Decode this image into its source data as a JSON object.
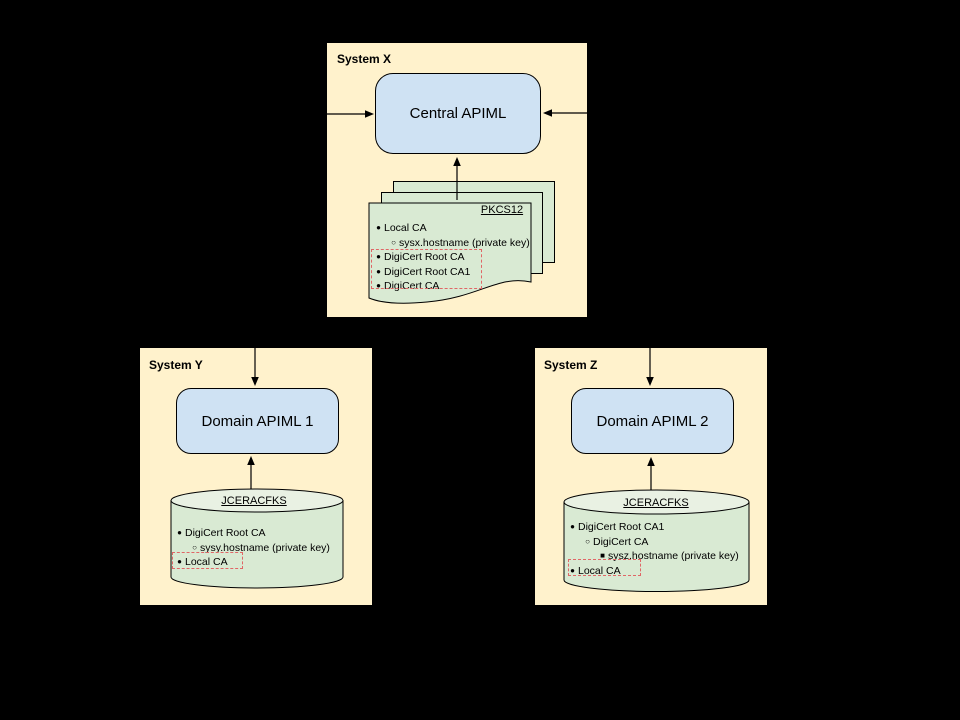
{
  "colors": {
    "background": "#000000",
    "system_fill": "#FFF2CC",
    "component_fill": "#CFE2F3",
    "keystore_fill": "#D9EAD3",
    "keystore_top_fill": "#E9F1E3",
    "highlight_border": "#E06666",
    "line_color": "#000000"
  },
  "system_x": {
    "title": "System X",
    "component_label": "Central APIML",
    "keystore": {
      "type_label": "PKCS12",
      "entries": [
        {
          "marker": "●",
          "text": "Local CA"
        },
        {
          "marker": "○",
          "text": "sysx.hostname (private key)"
        },
        {
          "marker": "●",
          "text": "DigiCert Root CA"
        },
        {
          "marker": "●",
          "text": "DigiCert Root CA1"
        },
        {
          "marker": "●",
          "text": "DigiCert CA"
        }
      ]
    }
  },
  "system_y": {
    "title": "System Y",
    "component_label": "Domain APIML 1",
    "keystore": {
      "type_label": "JCERACFKS",
      "entries": [
        {
          "marker": "●",
          "text": "DigiCert Root CA"
        },
        {
          "marker": "○",
          "text": "sysy.hostname (private key)"
        },
        {
          "marker": "●",
          "text": "Local CA"
        }
      ]
    }
  },
  "system_z": {
    "title": "System Z",
    "component_label": "Domain APIML 2",
    "keystore": {
      "type_label": "JCERACFKS",
      "entries": [
        {
          "marker": "●",
          "text": "DigiCert Root CA1"
        },
        {
          "marker": "○",
          "text": "DigiCert CA"
        },
        {
          "marker": "■",
          "text": "sysz.hostname (private key)"
        },
        {
          "marker": "●",
          "text": "Local CA"
        }
      ]
    }
  }
}
